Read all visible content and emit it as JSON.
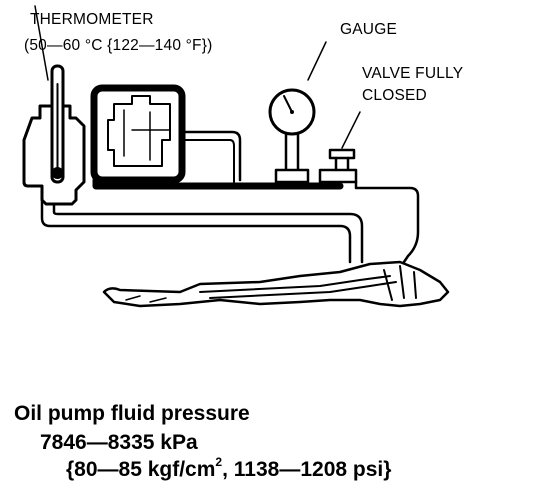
{
  "labels": {
    "thermometer": "THERMOMETER",
    "thermometer_range": "(50—60 °C {122—140 °F})",
    "gauge": "GAUGE",
    "valve_line1": "VALVE FULLY",
    "valve_line2": "CLOSED"
  },
  "caption": {
    "title": "Oil pump fluid pressure",
    "kpa": "7846—8335 kPa",
    "alt_prefix": "{80—85 kgf/cm",
    "alt_sup": "2",
    "alt_suffix": ", 1138—1208 psi}"
  }
}
